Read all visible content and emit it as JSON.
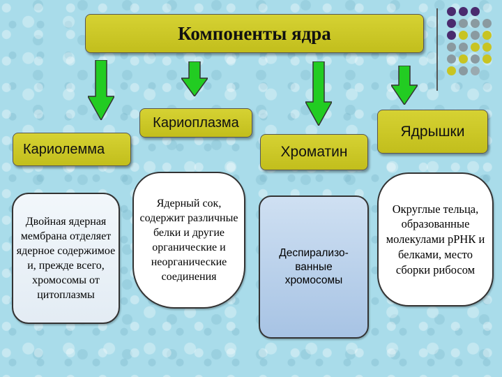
{
  "title": "Компоненты ядра",
  "components": [
    {
      "label": "Кариолемма",
      "description": "Двойная ядерная мембрана отделяет ядерное содержимое и, прежде всего, хромосомы от цитоплазмы"
    },
    {
      "label": "Кариоплазма",
      "description": "Ядерный сок, содержит различные белки и другие органические и неорганические соединения"
    },
    {
      "label": "Хроматин",
      "description": "Деспирализо-ванные хромосомы"
    },
    {
      "label": "Ядрышки",
      "description": "Округлые тельца, образованные молекулами рРНК и белками, место сборки рибосом"
    }
  ],
  "colors": {
    "header": "#c9c524",
    "arrow": "#22cc22",
    "dot_purple": "#4a2a6e",
    "dot_gray": "#8a9aa0",
    "dot_yellow": "#c8c422"
  }
}
